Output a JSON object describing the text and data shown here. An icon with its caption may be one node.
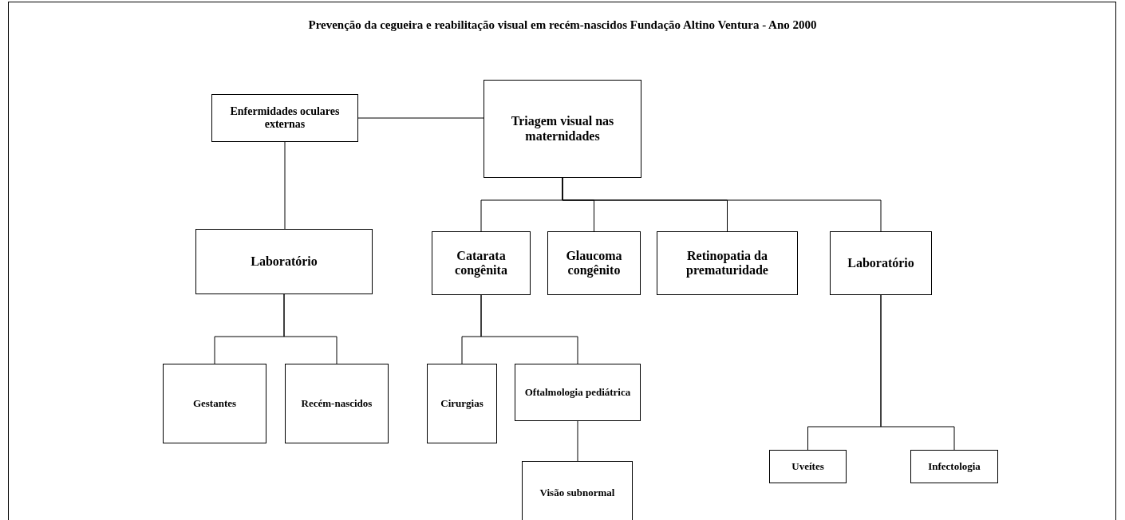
{
  "diagram": {
    "title": "Prevenção da cegueira e reabilitação visual em recém-nascidos Fundação Altino Ventura - Ano 2000",
    "nodes": [
      {
        "text": [
          "Enfermidades oculares externas"
        ]
      },
      {
        "text": [
          "Triagem visual nas maternidades"
        ]
      },
      {
        "text": [
          "Laboratório"
        ]
      },
      {
        "text": [
          "Catarata congênita"
        ]
      },
      {
        "text": [
          "Glaucoma congênito"
        ]
      },
      {
        "text": [
          "Retinopatia da prematuridade"
        ]
      },
      {
        "text": [
          "Laboratório"
        ]
      },
      {
        "text": [
          "Gestantes"
        ]
      },
      {
        "text": [
          "Recém-nascidos"
        ]
      },
      {
        "text": [
          "Cirurgias"
        ]
      },
      {
        "text": [
          "Oftalmologia pediátrica"
        ]
      },
      {
        "text": [
          "Uveítes"
        ]
      },
      {
        "text": [
          "Infectologia"
        ]
      },
      {
        "text": [
          "Visão subnormal"
        ]
      }
    ],
    "edges": [
      {
        "from": 0,
        "to": 1,
        "arrow": "none"
      },
      {
        "from": 0,
        "to": 2,
        "arrow": "none"
      },
      {
        "from": 1,
        "to": 3,
        "arrow": "none"
      },
      {
        "from": 1,
        "to": 4,
        "arrow": "none"
      },
      {
        "from": 1,
        "to": 5,
        "arrow": "none"
      },
      {
        "from": 1,
        "to": 6,
        "arrow": "none"
      },
      {
        "from": 2,
        "to": 7,
        "arrow": "none"
      },
      {
        "from": 2,
        "to": 8,
        "arrow": "none"
      },
      {
        "from": 3,
        "to": 9,
        "arrow": "none"
      },
      {
        "from": 3,
        "to": 10,
        "arrow": "none"
      },
      {
        "from": 6,
        "to": 11,
        "arrow": "none"
      },
      {
        "from": 6,
        "to": 12,
        "arrow": "none"
      },
      {
        "from": 10,
        "to": 13,
        "arrow": "none"
      }
    ]
  }
}
